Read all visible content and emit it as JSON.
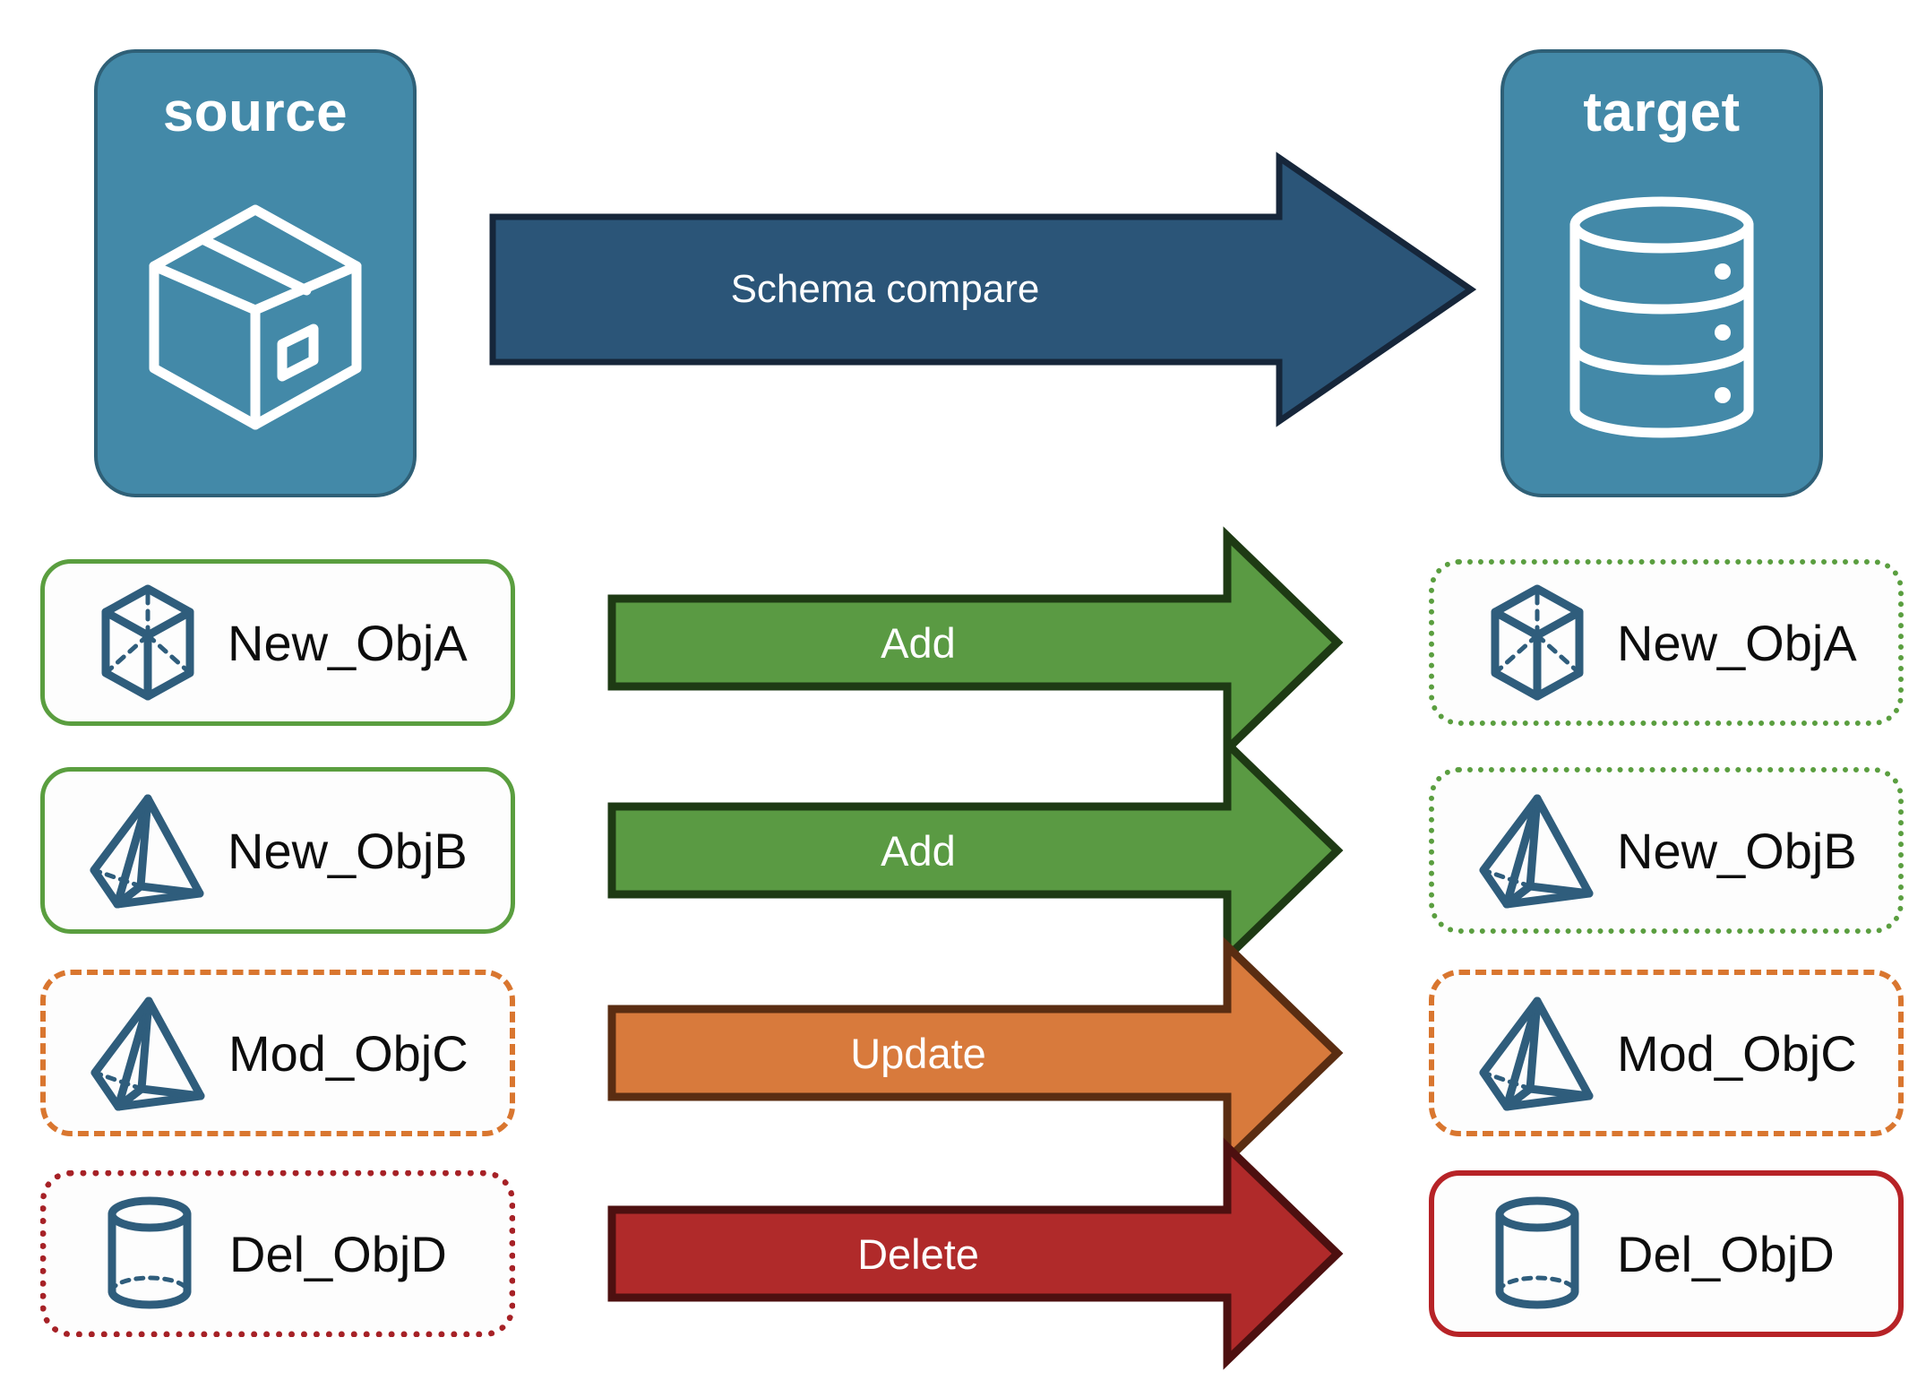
{
  "endpoints": {
    "source": {
      "title": "source",
      "icon": "package-box-icon",
      "fill": "#4389a8",
      "border": "#2f6077"
    },
    "target": {
      "title": "target",
      "icon": "database-cylinder-icon",
      "fill": "#4389a8",
      "border": "#2f6077"
    }
  },
  "compare_arrow": {
    "label": "Schema compare",
    "fill": "#2b5578",
    "border": "#16263a"
  },
  "legend_colors": {
    "add": "#5a9e3f",
    "add_arrow_fill": "#5a9a43",
    "add_arrow_border": "#1e3a14",
    "update": "#d9762f",
    "update_arrow_fill": "#d87a3c",
    "update_arrow_border": "#5a2d12",
    "delete": "#a62126",
    "delete_arrow_fill": "#b02a2a",
    "delete_arrow_border": "#4d1010",
    "object_icon": "#2f5d7c"
  },
  "rows": [
    {
      "action": "Add",
      "arrow_fill": "#5a9a43",
      "arrow_border": "#1e3a14",
      "source": {
        "label": "New_ObjA",
        "icon": "cube-wireframe-icon",
        "border_style": "solid",
        "border_color": "#5a9e3f"
      },
      "target": {
        "label": "New_ObjA",
        "icon": "cube-wireframe-icon",
        "border_style": "dotted",
        "border_color": "#5a9e3f"
      }
    },
    {
      "action": "Add",
      "arrow_fill": "#5a9a43",
      "arrow_border": "#1e3a14",
      "source": {
        "label": "New_ObjB",
        "icon": "pyramid-wireframe-icon",
        "border_style": "solid",
        "border_color": "#5a9e3f"
      },
      "target": {
        "label": "New_ObjB",
        "icon": "pyramid-wireframe-icon",
        "border_style": "dotted",
        "border_color": "#5a9e3f"
      }
    },
    {
      "action": "Update",
      "arrow_fill": "#d87a3c",
      "arrow_border": "#5a2d12",
      "source": {
        "label": "Mod_ObjC",
        "icon": "pyramid-wireframe-icon",
        "border_style": "dashed",
        "border_color": "#d9762f"
      },
      "target": {
        "label": "Mod_ObjC",
        "icon": "pyramid-wireframe-icon",
        "border_style": "dashed",
        "border_color": "#d9762f"
      }
    },
    {
      "action": "Delete",
      "arrow_fill": "#b02a2a",
      "arrow_border": "#4d1010",
      "source": {
        "label": "Del_ObjD",
        "icon": "cylinder-wireframe-icon",
        "border_style": "dotted",
        "border_color": "#a62126"
      },
      "target": {
        "label": "Del_ObjD",
        "icon": "cylinder-wireframe-icon",
        "border_style": "solid",
        "border_color": "#b72327"
      }
    }
  ]
}
